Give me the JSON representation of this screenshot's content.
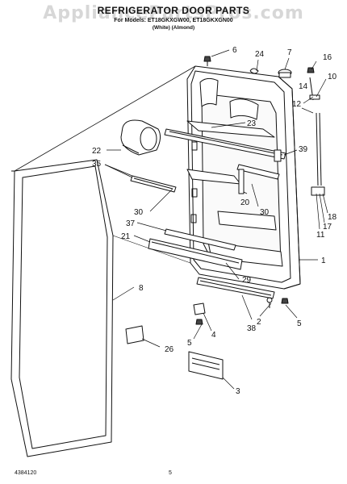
{
  "watermark": "AppliancePartsPros.com",
  "header": {
    "title": "REFRIGERATOR DOOR PARTS",
    "line2": "For Models: ET18GKXGW00, ET18GKXGN00",
    "line3": "(White)        (Almond)"
  },
  "footer": {
    "doc_number": "4384120",
    "page_number": "5"
  },
  "callouts": [
    "6",
    "24",
    "7",
    "16",
    "10",
    "14",
    "12",
    "23",
    "39",
    "22",
    "35",
    "30",
    "20",
    "30",
    "37",
    "21",
    "29",
    "1",
    "18",
    "17",
    "11",
    "8",
    "2",
    "38",
    "5",
    "4",
    "5",
    "26",
    "3"
  ]
}
